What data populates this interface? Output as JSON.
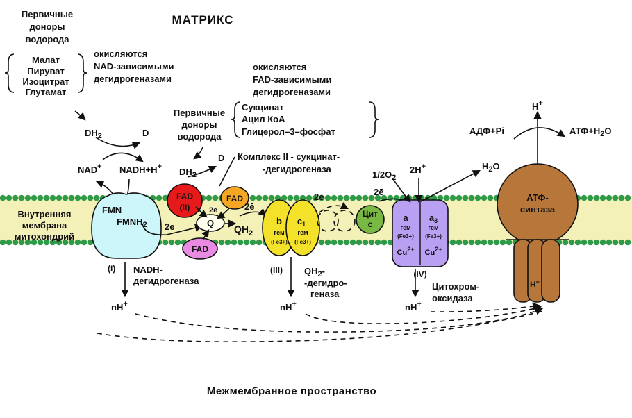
{
  "title": "МАТРИКС",
  "bottom_label": "Межмембранное пространство",
  "membrane_label": [
    "Внутренняя",
    "мембрана",
    "митохондрий"
  ],
  "primary_donors_1": [
    "Первичные",
    "доноры",
    "водорода"
  ],
  "nad_substrates": [
    "Малат",
    "Пируват",
    "Изоцитрат",
    "Глутамат"
  ],
  "nad_note": [
    "окисляются",
    "NAD-зависимыми",
    "дегидрогеназами"
  ],
  "fad_note": [
    "окисляются",
    "FAD-зависимыми",
    "дегидрогеназами"
  ],
  "primary_donors_2": [
    "Первичные",
    "доноры",
    "водорода"
  ],
  "fad_substrates": [
    "Сукцинат",
    "Ацил КоА",
    "Глицерол–3–фосфат"
  ],
  "complex2_label": [
    "Комплекс II - сукцинат-",
    "-дегидрогеназа"
  ],
  "complex1": {
    "dh2": "DH2",
    "d": "D",
    "nad": "NAD+",
    "nadh": "NADH+H+",
    "fmn": "FMN",
    "fmnh2": "FMNH2",
    "num": "(I)",
    "name": [
      "NADH-",
      "дегидрогеназа"
    ]
  },
  "complex2": {
    "dh2": "DH2",
    "d": "D",
    "fad": "FAD",
    "num": "(II)",
    "fad_orange": "FAD",
    "fad_pink": "FAD",
    "two_e_a": "2e",
    "two_e_b": "2e",
    "q": "Q",
    "qh2": "QH2"
  },
  "complex3": {
    "b": "b",
    "c1": "c1",
    "heme": "гем",
    "fe": "(Fe3+)",
    "num": "(III)",
    "name": [
      "QH2-",
      "-дегидро-",
      "геназа"
    ],
    "two_e_in": "2ē",
    "two_e_out": "2ē"
  },
  "cyt_c": [
    "Цит",
    "c"
  ],
  "complex4": {
    "a": "a",
    "a3": "a3",
    "heme": "гем",
    "fe": "(Fe3+)",
    "cu": "Cu2+",
    "num": "(IV)",
    "name": [
      "Цитохром-",
      "оксидаза"
    ],
    "o2": "1/2O2",
    "two_h": "2H+",
    "h2o": "H2O",
    "two_e": "2ē"
  },
  "atp_synthase": {
    "name": [
      "АТФ-",
      "синтаза"
    ],
    "h_top": "H+",
    "h_channel": "H+",
    "adp": "АДФ+Pi",
    "atp": "АТФ+H2O"
  },
  "nh": [
    "nH+",
    "nH+",
    "nH+"
  ],
  "colors": {
    "membrane_band": "#f3f0b8",
    "bead": "#2e9a4a",
    "complex1": "#cdf6fb",
    "complex2_fad": "#e61a1a",
    "fad_orange": "#f5a623",
    "fad_pink": "#e98be3",
    "complex3": "#f4e12a",
    "cyt_c": "#78b843",
    "complex4": "#b9a0f2",
    "atp_synthase": "#b8773a"
  }
}
